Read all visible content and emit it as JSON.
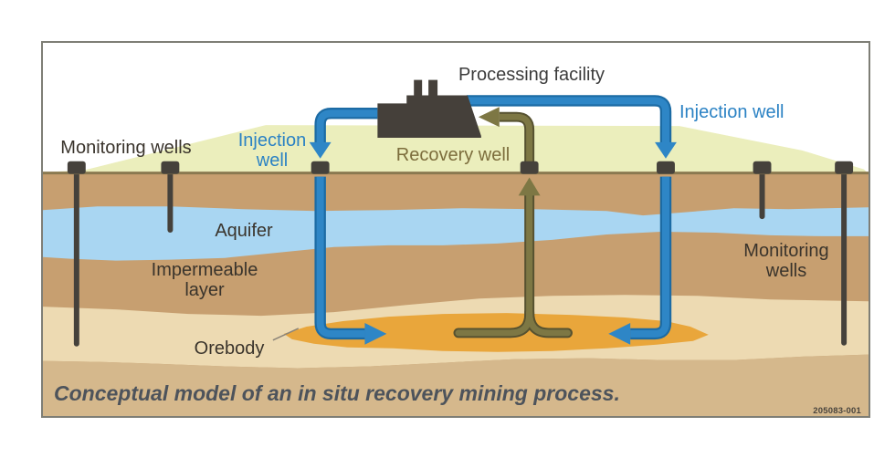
{
  "figure": {
    "caption": "Conceptual model of an in situ recovery mining process.",
    "figure_number": "205083-001"
  },
  "labels": {
    "processing_facility": "Processing facility",
    "injection_well_left": "Injection well",
    "injection_well_right": "Injection well",
    "recovery_well": "Recovery well",
    "monitoring_wells_left": "Monitoring wells",
    "monitoring_wells_right": "Monitoring wells",
    "aquifer": "Aquifer",
    "impermeable_layer": "Impermeable layer",
    "orebody": "Orebody"
  },
  "colors": {
    "sky": "#ffffff",
    "hill": "#ebeebc",
    "topsoil": "#c79f70",
    "aquifer": "#a9d6f2",
    "cream_layer": "#eddab2",
    "bottom_layer": "#d5b88c",
    "orebody": "#e9a63b",
    "pipe_blue": "#2e86c6",
    "pipe_blue_dark": "#1c6ba4",
    "pipe_olive": "#7d7744",
    "pipe_olive_dark": "#565130",
    "facility": "#45403a",
    "wellhead": "#45413b",
    "surface_line": "#8a7950",
    "pointer_line": "#8b8478"
  }
}
